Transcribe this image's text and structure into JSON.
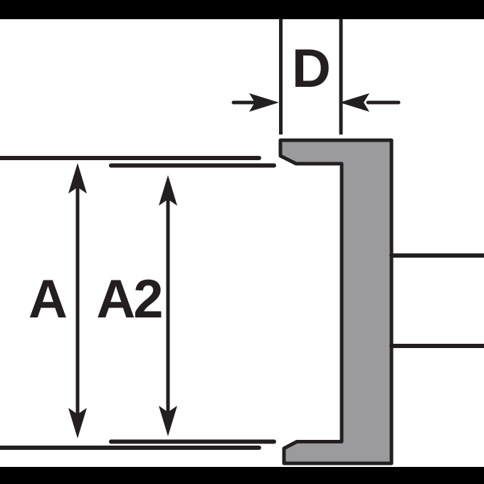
{
  "diagram": {
    "labels": {
      "depth": "D",
      "overall_height": "A",
      "inner_height": "A2"
    },
    "colors": {
      "line": "#231f20",
      "fill": "#9b9b9d",
      "background": "#ffffff",
      "letterbox": "#000000"
    }
  }
}
